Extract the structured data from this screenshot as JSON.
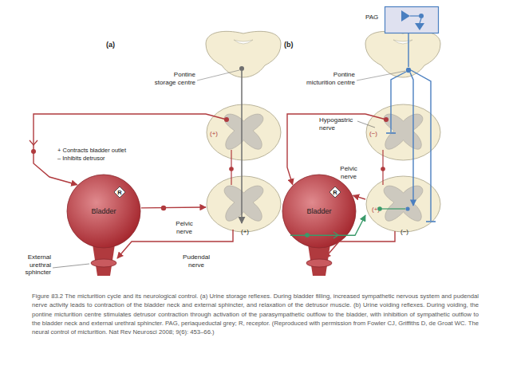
{
  "diagram": {
    "caption": "Figure 83.2 The micturition cycle and its neurological control. (a) Urine storage reflexes. During bladder filling, increased sympathetic nervous system and pudendal nerve activity leads to contraction of the bladder neck and external sphincter, and relaxation of the detrusor muscle. (b) Urine voiding reflexes. During voiding, the pontine micturition centre stimulates detrusor contraction through activation of the parasympathetic outflow to the bladder, with inhibition of sympathetic outflow to the bladder neck and external urethral sphincter. PAG, periaqueductal grey; R, receptor. (Reproduced with permission from Fowler CJ, Griffiths D, de Groat WC. The neural control of micturition. Nat Rev Neurosci 2008; 9(6): 453–66.)",
    "nodes": [
      {
        "text": [
          "(+)"
        ]
      },
      {
        "text": [
          "Bladder"
        ]
      },
      {
        "text": [
          "R"
        ],
        "in": 1
      },
      {
        "text": [
          "(+)"
        ]
      },
      {
        "text": [
          "PAG"
        ]
      },
      {
        "text": [
          "(−)"
        ]
      },
      {
        "text": [
          "Bladder"
        ]
      },
      {
        "text": [
          "R"
        ],
        "in": 6
      },
      {
        "text": [
          "(+)",
          "(−)"
        ]
      }
    ],
    "edges": [
      {
        "from": 0,
        "to": 1,
        "arrow": "to"
      },
      {
        "from": 1,
        "to": 3,
        "arrow": "to"
      },
      {
        "from": 5,
        "to": 6,
        "arrow": "to"
      },
      {
        "from": 8,
        "to": 6,
        "arrow": "to"
      },
      {
        "from": 6,
        "to": 8,
        "arrow": "to"
      }
    ],
    "labels": [
      "(a)",
      "(b)",
      "Pontine storage centre",
      "Pontine micturition centre",
      "+ Contracts bladder outlet",
      "– Inhibits detrusor",
      "Pelvic nerve",
      "External urethral sphincter",
      "Pudendal nerve",
      "Hypogastric nerve",
      "Pelvic nerve"
    ]
  }
}
